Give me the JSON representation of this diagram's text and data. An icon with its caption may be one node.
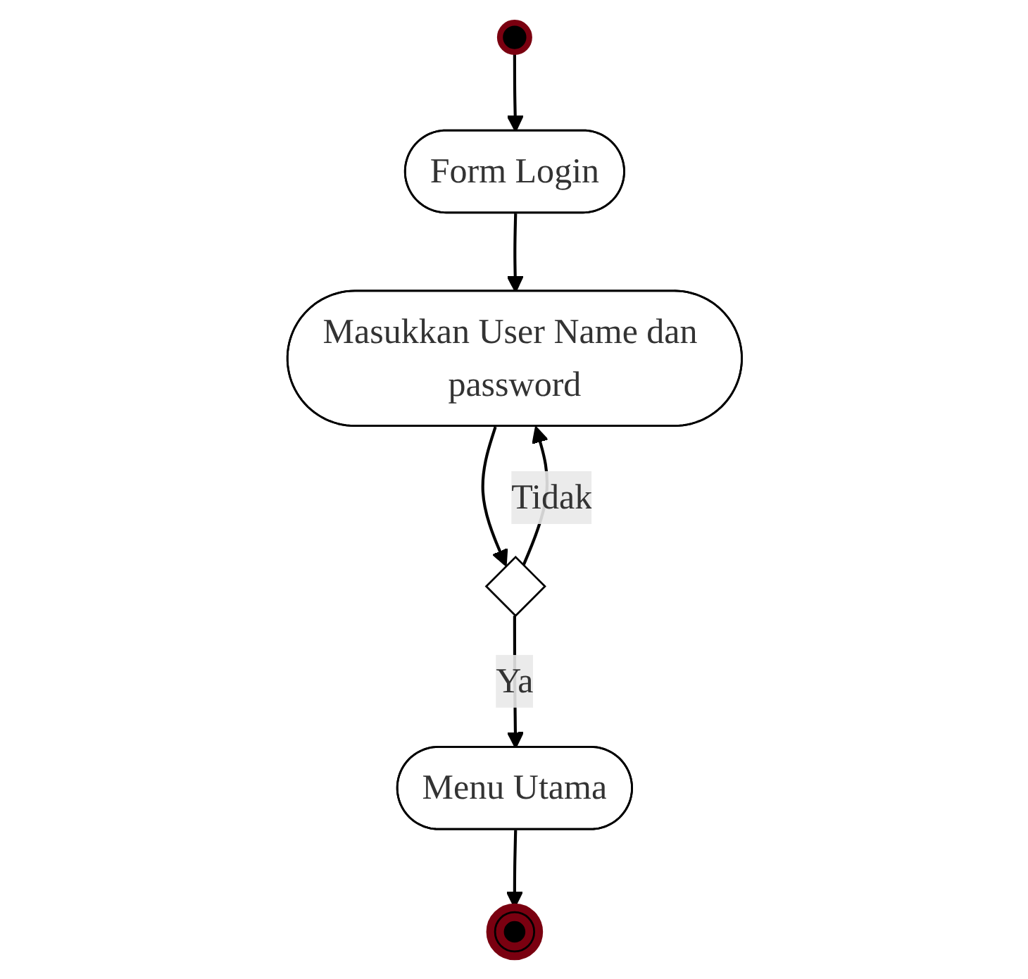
{
  "diagram": {
    "nodes": [
      {
        "text": [],
        "shape": "circle"
      },
      {
        "text": [
          "Form Login"
        ]
      },
      {
        "text": [
          "Masukkan User Name dan password"
        ]
      },
      {
        "text": [],
        "shape": "diamond"
      },
      {
        "text": [
          "Menu Utama"
        ]
      },
      {
        "text": [],
        "shape": "bullseye"
      }
    ],
    "edges": [
      {
        "from": 0,
        "to": 1,
        "arrow": "to"
      },
      {
        "from": 1,
        "to": 2,
        "arrow": "to"
      },
      {
        "from": 2,
        "to": 3,
        "arrow": "to"
      },
      {
        "from": 3,
        "to": 4,
        "label": "Ya",
        "arrow": "to"
      },
      {
        "from": 3,
        "to": 2,
        "label": "Tidak",
        "arrow": "to"
      },
      {
        "from": 4,
        "to": 5,
        "arrow": "to"
      }
    ]
  }
}
